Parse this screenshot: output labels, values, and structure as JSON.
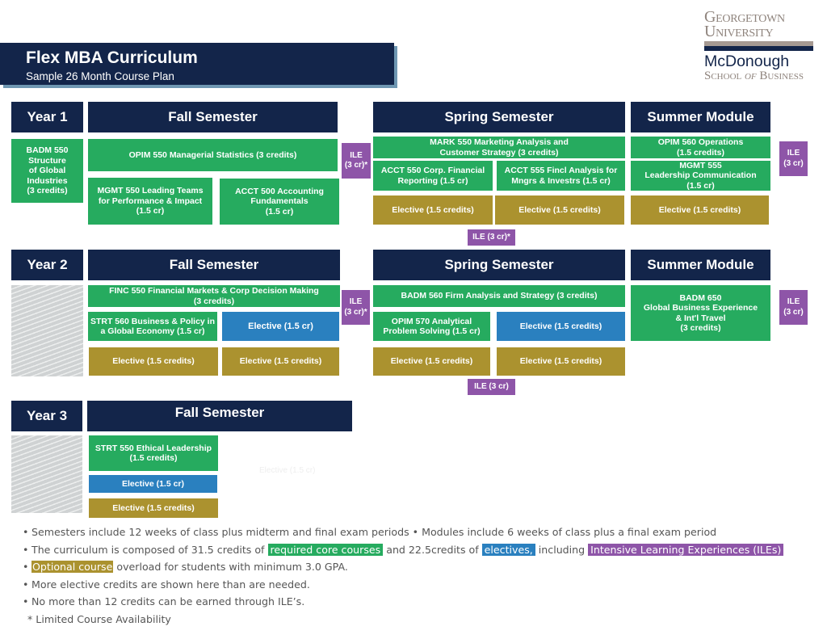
{
  "header": {
    "title": "Flex MBA Curriculum",
    "subtitle": "Sample 26 Month Course Plan"
  },
  "logo": {
    "line1": "Georgetown",
    "line2": "University",
    "line3": "McDonough",
    "line4a": "School ",
    "line4b": "of",
    "line4c": " Business"
  },
  "colors": {
    "navy": "#13254a",
    "core": "#26ab5f",
    "elective_blue": "#2a80bf",
    "optional_gold": "#ab922f",
    "ile_purple": "#8e55a8"
  },
  "year1": {
    "label": "Year 1",
    "fall": {
      "header": "Fall Semester",
      "badm550": "BADM 550\nStructure\nof Global\nIndustries\n(3 credits)",
      "opim550": "OPIM 550 Managerial Statistics (3 credits)",
      "mgmt550": "MGMT 550 Leading Teams\nfor Performance & Impact\n(1.5 cr)",
      "acct500": "ACCT 500 Accounting\nFundamentals\n(1.5 cr)",
      "ile": "ILE\n(3 cr)*"
    },
    "spring": {
      "header": "Spring Semester",
      "mark550": "MARK 550 Marketing Analysis and\nCustomer Strategy (3 credits)",
      "acct550": "ACCT 550 Corp. Financial\nReporting (1.5 cr)",
      "acct555": "ACCT 555 Fincl Analysis for\nMngrs & Investrs (1.5 cr)",
      "elective1": "Elective (1.5 credits)",
      "elective2": "Elective (1.5 credits)",
      "ile": "ILE (3 cr)*"
    },
    "summer": {
      "header": "Summer  Module",
      "opim560": "OPIM 560 Operations\n(1.5 credits)",
      "mgmt555": "MGMT 555\nLeadership Communication\n(1.5 cr)",
      "elective": "Elective (1.5 credits)",
      "ile": "ILE\n(3 cr)"
    }
  },
  "year2": {
    "label": "Year 2",
    "fall": {
      "header": "Fall Semester",
      "finc550": "FINC 550 Financial Markets & Corp Decision Making\n(3 credits)",
      "strt560": "STRT 560 Business & Policy in\na Global Economy (1.5 cr)",
      "elective_blue": "Elective (1.5 cr)",
      "elective1": "Elective (1.5 credits)",
      "elective2": "Elective (1.5 credits)",
      "ile": "ILE\n(3 cr)*"
    },
    "spring": {
      "header": "Spring Semester",
      "badm560": "BADM 560 Firm Analysis and Strategy (3 credits)",
      "opim570": "OPIM 570 Analytical\nProblem Solving (1.5 cr)",
      "elective_blue": "Elective (1.5 credits)",
      "elective1": "Elective (1.5 credits)",
      "elective2": "Elective (1.5 credits)",
      "ile": "ILE (3 cr)"
    },
    "summer": {
      "header": "Summer  Module",
      "badm650": "BADM 650\nGlobal Business Experience\n& Int'l Travel\n(3 credits)",
      "ile": "ILE\n(3 cr)"
    }
  },
  "year3": {
    "label": "Year 3",
    "fall": {
      "header": "Fall Semester",
      "strt550": "STRT 550 Ethical Leadership\n(1.5 credits)",
      "elective_blue": "Elective (1.5 cr)",
      "elective_gold": "Elective (1.5 credits)",
      "ghost": "Elective (1.5 cr)"
    }
  },
  "notes": {
    "bullet": "•",
    "n1": "Semesters include 12 weeks of class plus midterm and final exam periods •  Modules include 6 weeks of class plus a final exam period",
    "n2a": "The curriculum is composed of 31.5 credits of ",
    "n2b": "required core courses",
    "n2c": " and 22.5credits of ",
    "n2d": "electives,",
    "n2e": " including ",
    "n2f": "Intensive Learning Experiences (ILEs)",
    "n3a": "Optional course",
    "n3b": " overload for students with minimum 3.0 GPA.",
    "n4": "More elective credits are shown here than are needed.",
    "n5": "No more than 12 credits can be earned through ILE’s.",
    "footnote": "* Limited Course Availability"
  }
}
